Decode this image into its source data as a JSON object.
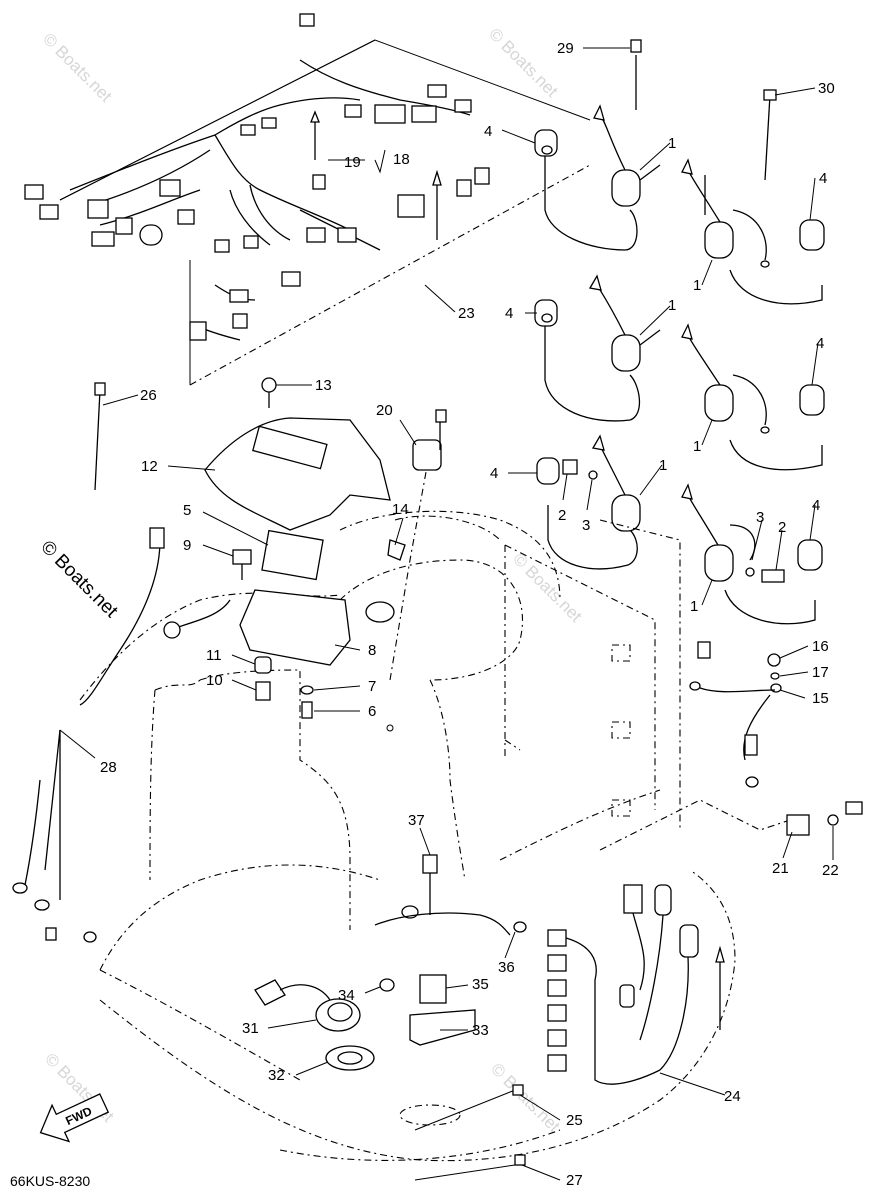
{
  "watermark": "© Boats.net",
  "diagram_code": "66KUS-8230",
  "fwd_label": "FWD",
  "callouts": [
    "1",
    "1",
    "1",
    "1",
    "1",
    "1",
    "2",
    "2",
    "3",
    "3",
    "4",
    "4",
    "4",
    "4",
    "4",
    "4",
    "5",
    "6",
    "7",
    "8",
    "9",
    "10",
    "11",
    "12",
    "13",
    "14",
    "15",
    "16",
    "17",
    "18",
    "19",
    "20",
    "21",
    "22",
    "23",
    "24",
    "25",
    "26",
    "27",
    "28",
    "29",
    "30",
    "31",
    "32",
    "33",
    "34",
    "35",
    "36",
    "37"
  ]
}
